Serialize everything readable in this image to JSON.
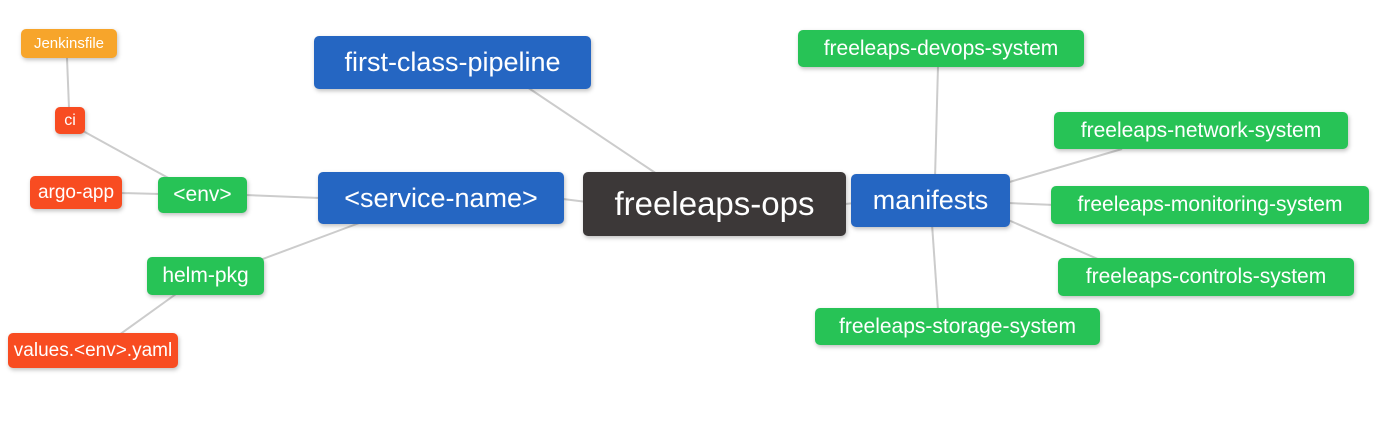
{
  "diagram": {
    "type": "mindmap",
    "root": "freeleaps-ops",
    "colors": {
      "blue": "#2566c2",
      "green": "#27c356",
      "red": "#f84c21",
      "orange": "#f7a52b",
      "dark": "#3c3838",
      "line": "#cccccc",
      "node_text": "#ffffff",
      "background": "#ffffff"
    },
    "nodes": {
      "root": {
        "label": "freeleaps-ops",
        "color_role": "dark"
      },
      "first_class_pipeline": {
        "label": "first-class-pipeline",
        "color_role": "blue"
      },
      "service_name": {
        "label": "<service-name>",
        "color_role": "blue"
      },
      "env": {
        "label": "<env>",
        "color_role": "green"
      },
      "ci": {
        "label": "ci",
        "color_role": "red"
      },
      "jenkinsfile": {
        "label": "Jenkinsfile",
        "color_role": "orange"
      },
      "argo_app": {
        "label": "argo-app",
        "color_role": "red"
      },
      "helm_pkg": {
        "label": "helm-pkg",
        "color_role": "green"
      },
      "values_env_yaml": {
        "label": "values.<env>.yaml",
        "color_role": "red"
      },
      "manifests": {
        "label": "manifests",
        "color_role": "blue"
      },
      "devops_system": {
        "label": "freeleaps-devops-system",
        "color_role": "green"
      },
      "network_system": {
        "label": "freeleaps-network-system",
        "color_role": "green"
      },
      "monitoring_system": {
        "label": "freeleaps-monitoring-system",
        "color_role": "green"
      },
      "controls_system": {
        "label": "freeleaps-controls-system",
        "color_role": "green"
      },
      "storage_system": {
        "label": "freeleaps-storage-system",
        "color_role": "green"
      }
    },
    "edges": [
      [
        "Jenkinsfile",
        "ci"
      ],
      [
        "ci",
        "<env>"
      ],
      [
        "argo-app",
        "<env>"
      ],
      [
        "<env>",
        "<service-name>"
      ],
      [
        "helm-pkg",
        "<service-name>"
      ],
      [
        "values.<env>.yaml",
        "helm-pkg"
      ],
      [
        "<service-name>",
        "freeleaps-ops"
      ],
      [
        "first-class-pipeline",
        "freeleaps-ops"
      ],
      [
        "freeleaps-ops",
        "manifests"
      ],
      [
        "manifests",
        "freeleaps-devops-system"
      ],
      [
        "manifests",
        "freeleaps-network-system"
      ],
      [
        "manifests",
        "freeleaps-monitoring-system"
      ],
      [
        "manifests",
        "freeleaps-controls-system"
      ],
      [
        "manifests",
        "freeleaps-storage-system"
      ]
    ]
  }
}
